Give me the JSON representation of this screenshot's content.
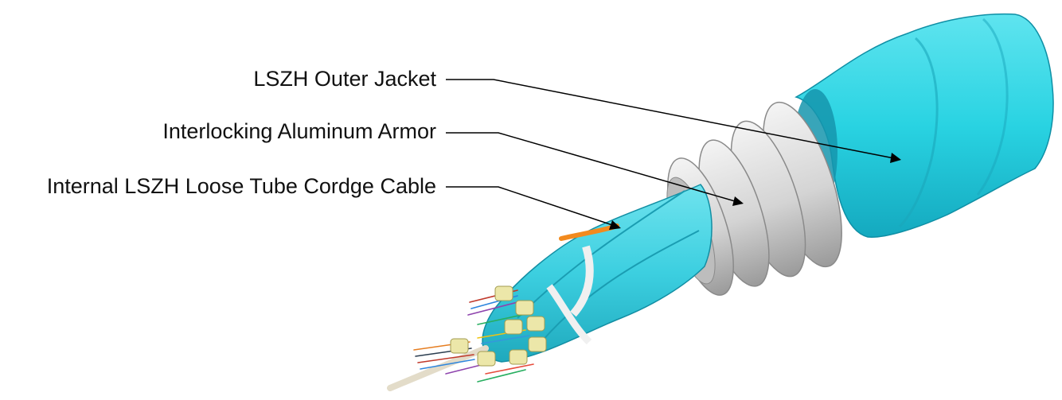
{
  "diagram": {
    "callouts": [
      {
        "id": "outer-jacket",
        "text": "LSZH Outer Jacket"
      },
      {
        "id": "armor",
        "text": "Interlocking Aluminum Armor"
      },
      {
        "id": "inner-cable",
        "text": "Internal LSZH Loose Tube Cordge Cable"
      }
    ]
  },
  "colors": {
    "jacket": "#29d3e2",
    "jacket_shadow": "#12a6bd",
    "armor": "#d9d9d9",
    "armor_shadow": "#9c9c9c",
    "inner": "#3ccfe0",
    "ripcord": "#f28a1e",
    "buffer": "#ece7a9",
    "strength_member": "#e3dcc9",
    "leader": "#000000"
  }
}
